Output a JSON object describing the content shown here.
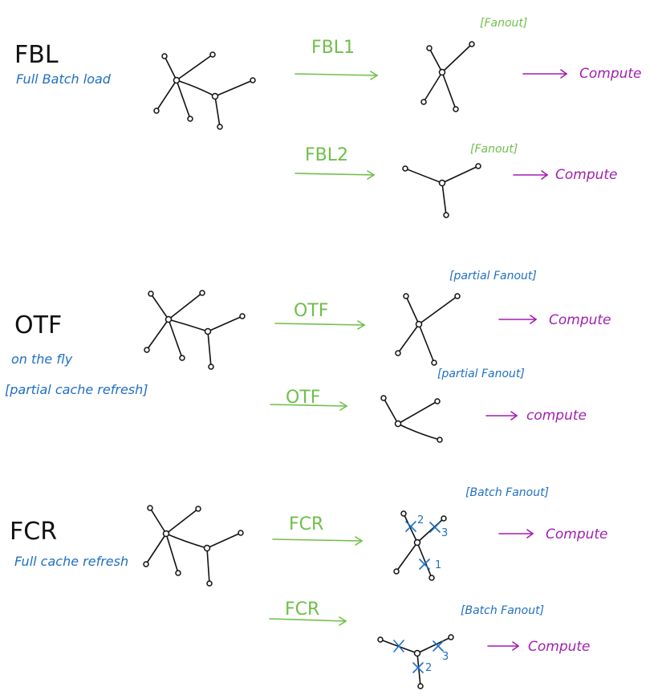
{
  "colors": {
    "ink": "#111111",
    "blue_notes": "#1f6fc4",
    "green_arrows": "#6fbf4a",
    "purple_compute": "#a21fb0"
  },
  "sections": [
    {
      "title": "FBL",
      "subtitle": [
        "Full Batch load"
      ],
      "rows": [
        {
          "arrow_label": "FBL1",
          "tag": "[Fanout]",
          "tag_color": "green",
          "compute": "Compute"
        },
        {
          "arrow_label": "FBL2",
          "tag": "[Fanout]",
          "tag_color": "green",
          "compute": "Compute"
        }
      ]
    },
    {
      "title": "OTF",
      "subtitle": [
        "on the fly",
        "[partial cache refresh]"
      ],
      "rows": [
        {
          "arrow_label": "OTF",
          "tag": "[partial Fanout]",
          "tag_color": "blue",
          "compute": "Compute"
        },
        {
          "arrow_label": "OTF",
          "tag": "[partial Fanout]",
          "tag_color": "blue",
          "compute": "compute"
        }
      ]
    },
    {
      "title": "FCR",
      "subtitle": [
        "Full cache refresh"
      ],
      "rows": [
        {
          "arrow_label": "FCR",
          "tag": "[Batch Fanout]",
          "tag_color": "blue",
          "compute": "Compute",
          "marks": [
            "2",
            "3",
            "1"
          ]
        },
        {
          "arrow_label": "FCR",
          "tag": "[Batch Fanout]",
          "tag_color": "blue",
          "compute": "Compute",
          "marks": [
            "3",
            "2"
          ]
        }
      ]
    }
  ]
}
